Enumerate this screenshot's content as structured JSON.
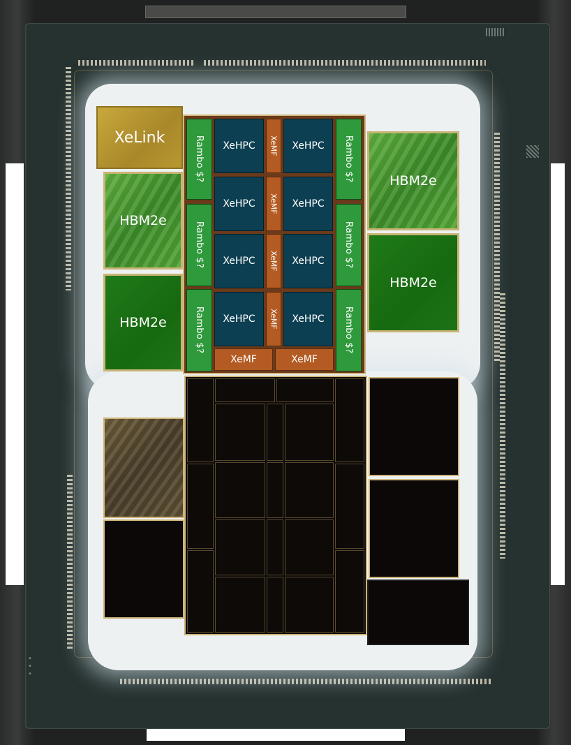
{
  "tiles": {
    "xelink": "XeLink",
    "hbm2e": "HBM2e",
    "rambo": "Rambo $?",
    "xehpc": "XeHPC",
    "xemf": "XeMF"
  },
  "colors": {
    "xelink": "#b8982f",
    "hbm_light": "#4f9e32",
    "hbm_dark": "#1a7014",
    "rambo": "#2f9a3c",
    "xehpc": "#0d3f52",
    "xemf": "#b35b23",
    "base_tile": "#0b0807",
    "underfill": "#eef1f2",
    "substrate": "#263230"
  }
}
